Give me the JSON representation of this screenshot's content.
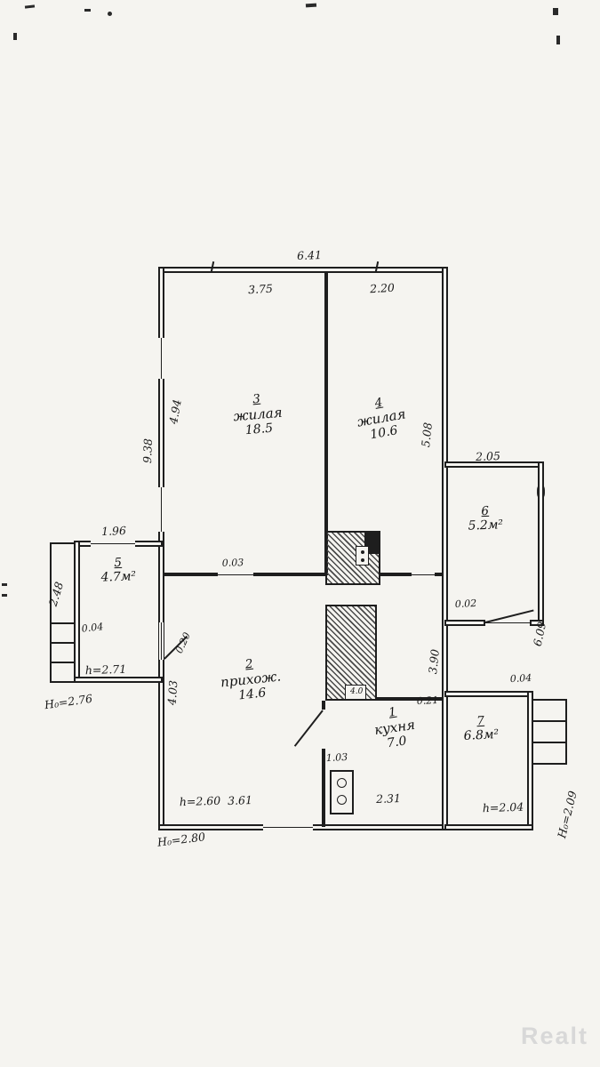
{
  "page": {
    "watermark": "Realt"
  },
  "rooms": [
    {
      "num": "1",
      "name": "кухня",
      "area": "7.0"
    },
    {
      "num": "2",
      "name": "прихож.",
      "area": "14.6"
    },
    {
      "num": "3",
      "name": "жилая",
      "area": "18.5"
    },
    {
      "num": "4",
      "name": "жилая",
      "area": "10.6"
    },
    {
      "num": "5",
      "name": "",
      "area": "4.7м²"
    },
    {
      "num": "6",
      "name": "",
      "area": "5.2м²"
    },
    {
      "num": "7",
      "name": "",
      "area": "6.8м²"
    }
  ],
  "dims": {
    "top_total": "6.41",
    "room3_width": "3.75",
    "room4_width": "2.20",
    "left_total": "9.38",
    "room3_depth": "4.94",
    "room4_depth": "5.08",
    "room6_width": "2.05",
    "room6_gap": "0.02",
    "right_side": "6.09",
    "room5_width": "1.96",
    "porch_depth": "2.48",
    "room5_offset": "0.04",
    "room5_height": "h=2.71",
    "room5_H0": "H₀=2.76",
    "hall_door": "0.03",
    "wall_offset": "0.20",
    "hall_depth": "4.03",
    "kitchen_offset": "0.21",
    "kitchen_depth": "3.90",
    "kitchen_door": "1.03",
    "kitchen_width": "2.31",
    "furnace_mark": "4.0",
    "hall_height": "h=2.60",
    "hall_width": "3.61",
    "main_H0": "H₀=2.80",
    "room7_offset": "0.04",
    "room7_height": "h=2.04",
    "room7_H0": "H₀=2.09"
  }
}
